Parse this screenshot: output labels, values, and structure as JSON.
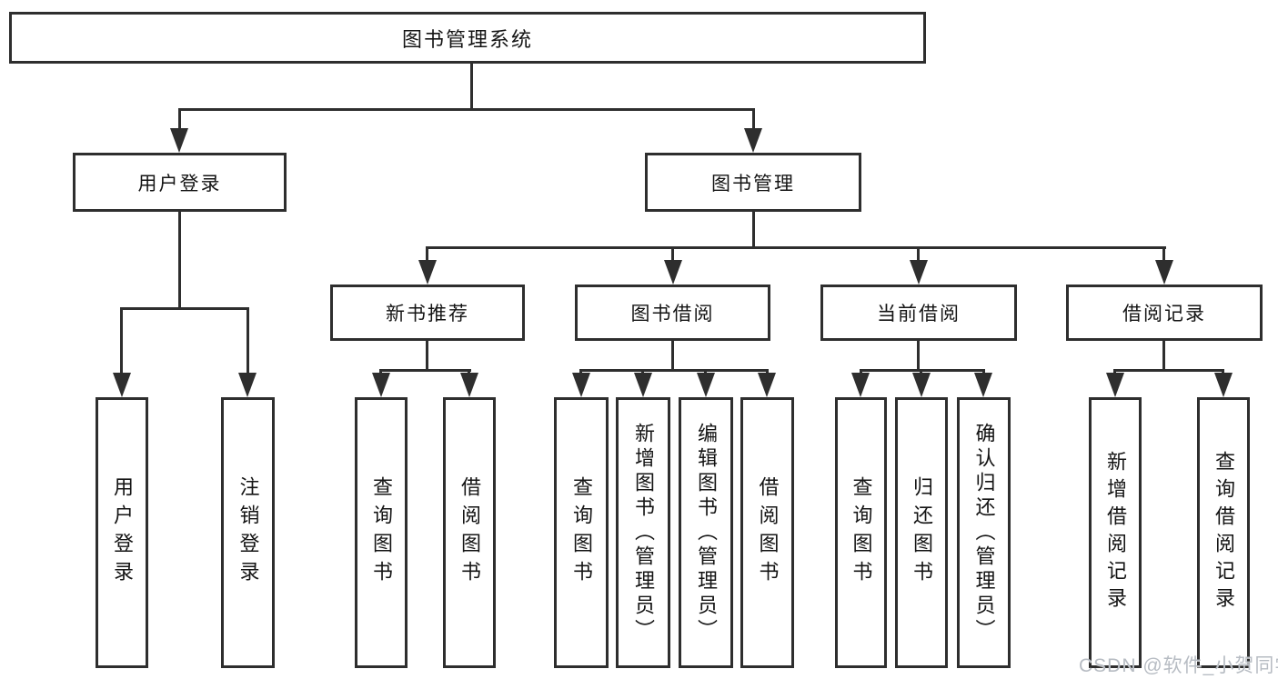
{
  "root": {
    "label": "图书管理系统"
  },
  "branches": [
    {
      "label": "用户登录",
      "children": [
        {
          "label": "用户登录"
        },
        {
          "label": "注销登录"
        }
      ]
    },
    {
      "label": "图书管理",
      "sections": [
        {
          "label": "新书推荐",
          "children": [
            {
              "label": "查询图书"
            },
            {
              "label": "借阅图书"
            }
          ]
        },
        {
          "label": "图书借阅",
          "children": [
            {
              "label": "查询图书"
            },
            {
              "label": "新增图书（管理员）"
            },
            {
              "label": "编辑图书（管理员）"
            },
            {
              "label": "借阅图书"
            }
          ]
        },
        {
          "label": "当前借阅",
          "children": [
            {
              "label": "查询图书"
            },
            {
              "label": "归还图书"
            },
            {
              "label": "确认归还（管理员）"
            }
          ]
        },
        {
          "label": "借阅记录",
          "children": [
            {
              "label": "新增借阅记录"
            },
            {
              "label": "查询借阅记录"
            }
          ]
        }
      ]
    }
  ],
  "watermark": {
    "text": "CSDN @软件_小贺同学"
  },
  "colors": {
    "line": "#2e2e2e",
    "text": "#141414",
    "watermark": "#b7bcc3",
    "background": "#ffffff"
  }
}
